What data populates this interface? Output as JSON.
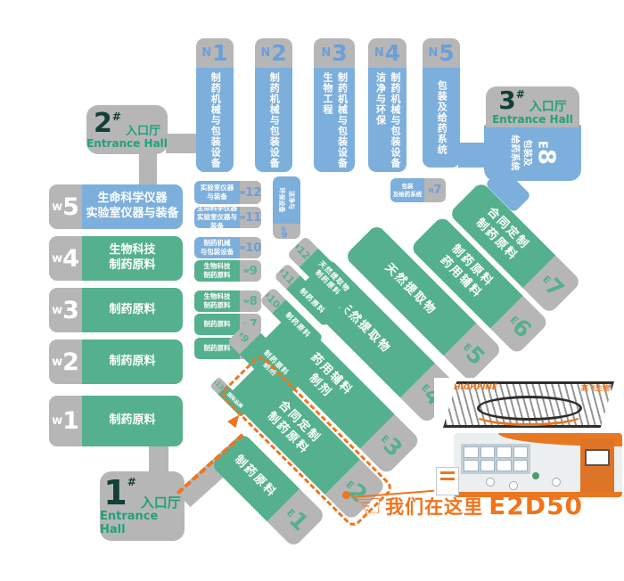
{
  "colors": {
    "gray": "#b6b6b6",
    "blue": "#7dafdd",
    "green": "#55b08e",
    "orange": "#f0741c",
    "dark_teal": "#123f36",
    "entrance_green": "#22a17b",
    "label_blue": "#6b9fd8",
    "booth_orange": "#e87722"
  },
  "entrances": {
    "hall1": {
      "num": "1",
      "sup": "#",
      "cn": "入口厅",
      "en": "Entrance Hall"
    },
    "hall2": {
      "num": "2",
      "sup": "#",
      "cn": "入口厅",
      "en": "Entrance Hall"
    },
    "hall3": {
      "num": "3",
      "sup": "#",
      "cn": "入口厅",
      "en": "Entrance Hall"
    }
  },
  "north_halls": [
    {
      "prefix": "N",
      "num": "1",
      "name": "制药机械与包装设备"
    },
    {
      "prefix": "N",
      "num": "2",
      "name": "制药机械与包装设备"
    },
    {
      "prefix": "N",
      "num": "3",
      "name": "制药机械与包装设备\n生物工程"
    },
    {
      "prefix": "N",
      "num": "4",
      "name": "制药机械与包装设备\n洁净与环保"
    },
    {
      "prefix": "N",
      "num": "5",
      "name": "包装及给药系统"
    }
  ],
  "north_annex": {
    "n6": {
      "prefix": "N",
      "num": "6",
      "name": "洁净与\n环保设备"
    },
    "n7": {
      "prefix": "N",
      "num": "7",
      "name": "包装\n及给药系统"
    }
  },
  "west_halls": [
    {
      "prefix": "w",
      "num": "5",
      "name": "生命科学仪器\n实验室仪器与装备"
    },
    {
      "prefix": "w",
      "num": "4",
      "name": "生物科技\n制药原料"
    },
    {
      "prefix": "w",
      "num": "3",
      "name": "制药原料"
    },
    {
      "prefix": "w",
      "num": "2",
      "name": "制药原料"
    },
    {
      "prefix": "w",
      "num": "1",
      "name": "制药原料"
    }
  ],
  "west_annex": [
    {
      "prefix": "w",
      "num": "12",
      "name": "实验室仪器\n与装备"
    },
    {
      "prefix": "w",
      "num": "11",
      "name": "生命科学仪器\n实验室仪器与装备"
    },
    {
      "prefix": "w",
      "num": "10",
      "name": "制药机械\n与包装设备"
    },
    {
      "prefix": "w",
      "num": "9",
      "name": "生物科技\n制药原料"
    },
    {
      "prefix": "w",
      "num": "8",
      "name": "生物科技\n制药原料"
    },
    {
      "prefix": "w",
      "num": "7",
      "name": "制药原料"
    },
    {
      "prefix": "w",
      "num": "6",
      "name": "制药原料"
    }
  ],
  "east_halls": [
    {
      "prefix": "E",
      "num": "1",
      "name": "制药原料"
    },
    {
      "prefix": "E",
      "num": "2",
      "name": "合同定制\n制药原料"
    },
    {
      "prefix": "E",
      "num": "3",
      "name": "药用辅料\n制剂"
    },
    {
      "prefix": "E",
      "num": "4",
      "name": "天然提取物"
    },
    {
      "prefix": "E",
      "num": "5",
      "name": "天然提取物"
    },
    {
      "prefix": "E",
      "num": "6",
      "name": "制药原料\n药用辅料"
    },
    {
      "prefix": "E",
      "num": "7",
      "name": "合同定制\n制药原料"
    }
  ],
  "east_annex": [
    {
      "prefix": "E",
      "num": "9",
      "name": "制药原料\n制剂"
    },
    {
      "prefix": "E",
      "num": "10",
      "name": "制药原料"
    },
    {
      "prefix": "E",
      "num": "11",
      "name": "制药原料"
    },
    {
      "prefix": "E",
      "num": "12",
      "name": "天然提取物\n制药原料"
    },
    {
      "prefix": "E",
      "num": "13",
      "name": "国际品牌"
    }
  ],
  "e8": {
    "prefix": "E",
    "num": "8",
    "name": "包装及\n给药系统"
  },
  "locator": {
    "here_text": "我们在这里",
    "booth_id": "E2D50",
    "hand_icon": "☜"
  },
  "booth_photo": {
    "brand_en": "HIGHFINE",
    "brand_cn": "高飞生物"
  }
}
